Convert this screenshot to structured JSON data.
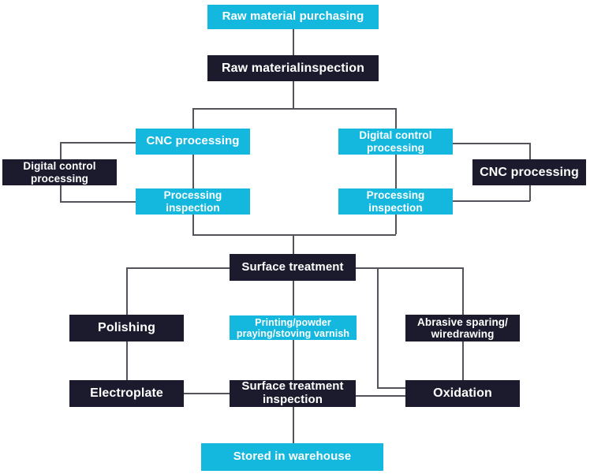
{
  "colors": {
    "cyan": "#14b8df",
    "dark": "#1b1b2d",
    "line": "#53535b",
    "text": "#ffffff",
    "background": "#ffffff"
  },
  "nodes": {
    "raw_material_purchasing": {
      "label": "Raw material purchasing",
      "style": "cyan"
    },
    "raw_material_inspection": {
      "label": "Raw materialinspection",
      "style": "dark"
    },
    "cnc_processing_left": {
      "label": "CNC processing",
      "style": "cyan"
    },
    "digital_control_left": {
      "label": "Digital control\nprocessing",
      "style": "dark"
    },
    "processing_inspection_left": {
      "label": "Processing\ninspection",
      "style": "cyan"
    },
    "digital_control_right": {
      "label": "Digital control\nprocessing",
      "style": "cyan"
    },
    "cnc_processing_right": {
      "label": "CNC processing",
      "style": "dark"
    },
    "processing_inspection_right": {
      "label": "Processing\ninspection",
      "style": "cyan"
    },
    "surface_treatment": {
      "label": "Surface treatment",
      "style": "dark"
    },
    "polishing": {
      "label": "Polishing",
      "style": "dark"
    },
    "printing_powder": {
      "label": "Printing/powder\npraying/stoving varnish",
      "style": "cyan"
    },
    "abrasive_sparing": {
      "label": "Abrasive sparing/\nwiredrawing",
      "style": "dark"
    },
    "electroplate": {
      "label": "Electroplate",
      "style": "dark"
    },
    "surface_treatment_inspection": {
      "label": "Surface treatment\ninspection",
      "style": "dark"
    },
    "oxidation": {
      "label": "Oxidation",
      "style": "dark"
    },
    "stored_in_warehouse": {
      "label": "Stored in warehouse",
      "style": "cyan"
    }
  }
}
